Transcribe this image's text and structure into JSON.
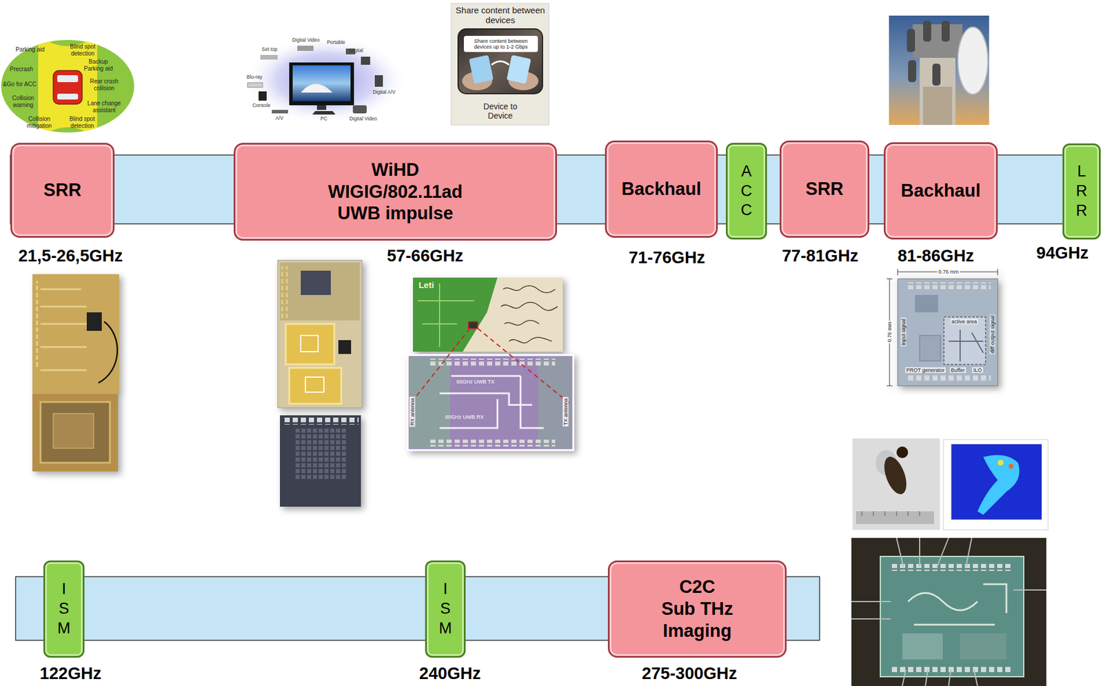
{
  "diagram": {
    "nodes": [
      {
        "text": [
          "SRR"
        ]
      },
      {
        "text": [
          "WiHD",
          "WIGIG/802.11ad",
          "UWB impulse"
        ]
      },
      {
        "text": [
          "Backhaul"
        ]
      },
      {
        "text": [
          "ACC"
        ]
      },
      {
        "text": [
          "SRR"
        ]
      },
      {
        "text": [
          "Backhaul"
        ]
      },
      {
        "text": [
          "LRR"
        ]
      },
      {
        "text": [
          "ISM"
        ]
      },
      {
        "text": [
          "ISM"
        ]
      },
      {
        "text": [
          "C2C",
          "Sub THz",
          "Imaging"
        ]
      }
    ],
    "labels": [
      "21,5-26,5GHz",
      "57-66GHz",
      "71-76GHz",
      "77-81GHz",
      "81-86GHz",
      "94GHz",
      "122GHz",
      "240GHz",
      "275-300GHz",
      "Parking aid",
      "Blind spot detection",
      "Backup Parking aid",
      "Precrash",
      "Rear crash collision",
      "&Go for ACC",
      "Collision warning",
      "Lane change assistant",
      "Collision mitigation",
      "Blind spot detection",
      "Set top",
      "Digital Video",
      "Portable",
      "Digital",
      "Blu-ray",
      "Console",
      "A/V",
      "PC",
      "Digital Video",
      "Digital A/V",
      "Share content between devices",
      "Share content between devices up to 1-2 Gbps",
      "Device to Device",
      "Leti",
      "60GHz UWB TX",
      "60GHz UWB RX",
      "RX antenna",
      "TX antenna",
      "0.76 mm",
      "0.76 mm",
      "input signal",
      "diff output signal",
      "active area",
      "PROT generator",
      "Buffer",
      "ILO"
    ]
  }
}
